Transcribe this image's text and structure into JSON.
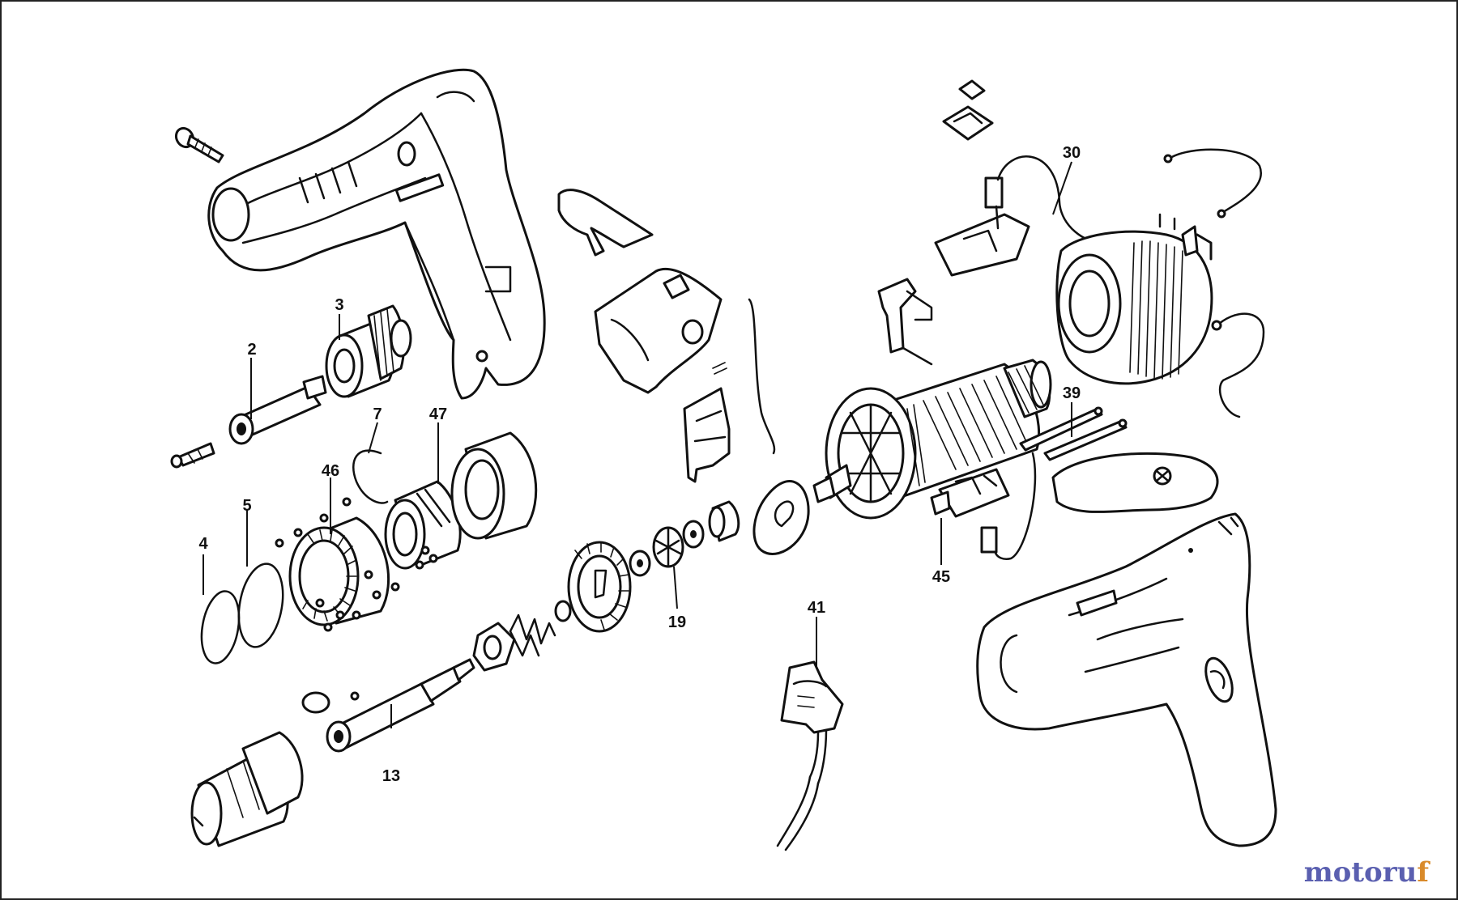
{
  "diagram": {
    "callouts": [
      "2",
      "3",
      "4",
      "5",
      "7",
      "13",
      "19",
      "30",
      "39",
      "41",
      "45",
      "46",
      "47"
    ]
  },
  "watermark": {
    "part1": "motoru",
    "part2": "f"
  }
}
